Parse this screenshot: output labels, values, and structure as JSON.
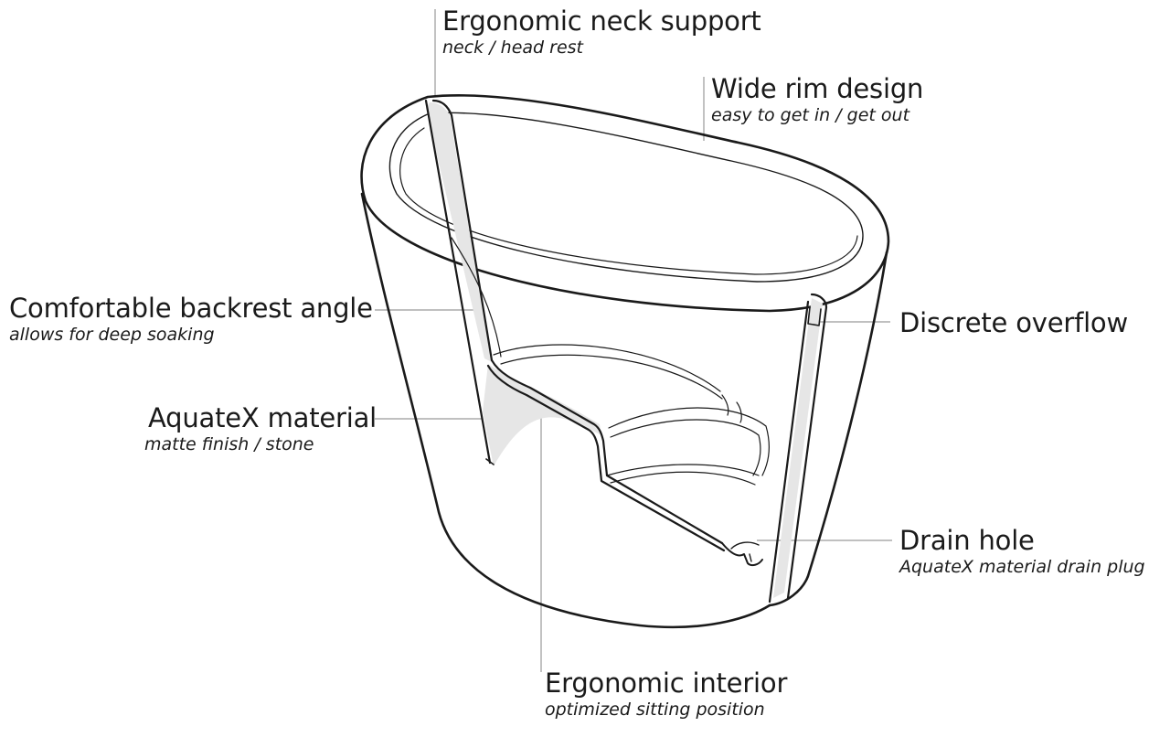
{
  "labels": {
    "neck": {
      "title": "Ergonomic neck support",
      "sub": "neck / head rest"
    },
    "rim": {
      "title": "Wide rim design",
      "sub": "easy to get in / get out"
    },
    "backrest": {
      "title": "Comfortable backrest angle",
      "sub": "allows for deep soaking"
    },
    "material": {
      "title": "AquateX material",
      "sub": "matte finish / stone"
    },
    "overflow": {
      "title": "Discrete overflow",
      "sub": ""
    },
    "drain": {
      "title": "Drain hole",
      "sub": "AquateX material drain plug"
    },
    "interior": {
      "title": "Ergonomic interior",
      "sub": "optimized sitting position"
    }
  },
  "colors": {
    "line": "#1a1a1a",
    "leader": "#9a9a9a",
    "section_fill": "#e6e6e6"
  }
}
